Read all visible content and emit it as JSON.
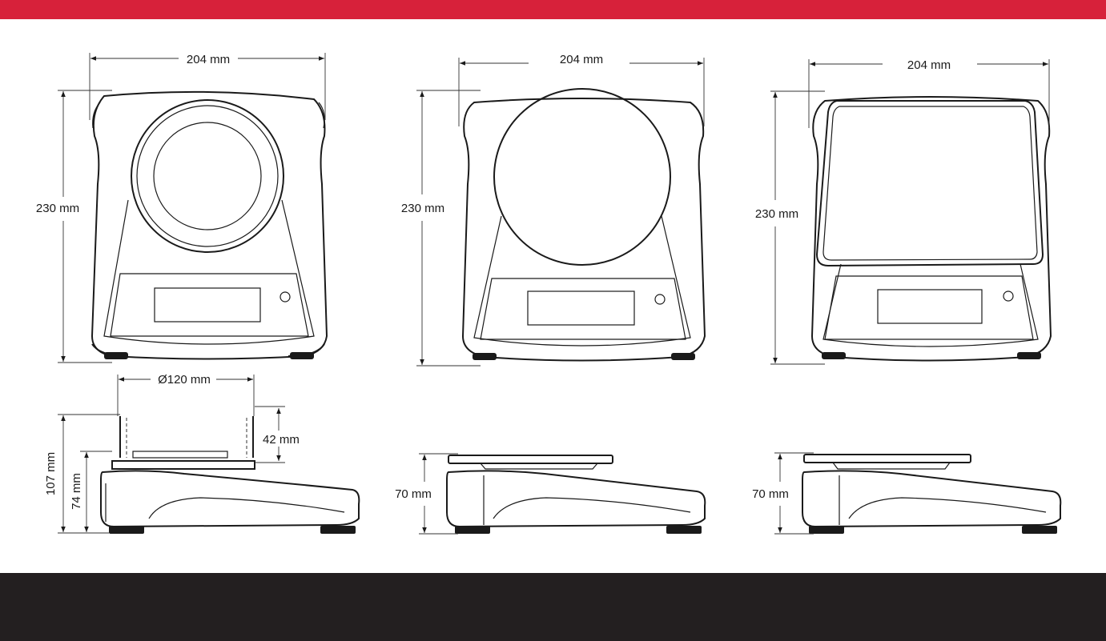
{
  "colors": {
    "top_bar": "#d7213a",
    "bottom_bar": "#231f20",
    "line": "#1a1a1a"
  },
  "views": {
    "front_pan": {
      "width": "204 mm",
      "height": "230 mm"
    },
    "front_round_pan": {
      "width": "204 mm",
      "height": "230 mm"
    },
    "front_square_pan": {
      "width": "204 mm",
      "height": "230 mm"
    },
    "side_draftshield": {
      "diameter": "Ø120 mm",
      "shield_height": "42 mm",
      "total_height": "107 mm",
      "base_height": "74 mm"
    },
    "side_round_pan": {
      "height": "70 mm"
    },
    "side_square_pan": {
      "height": "70 mm"
    }
  }
}
